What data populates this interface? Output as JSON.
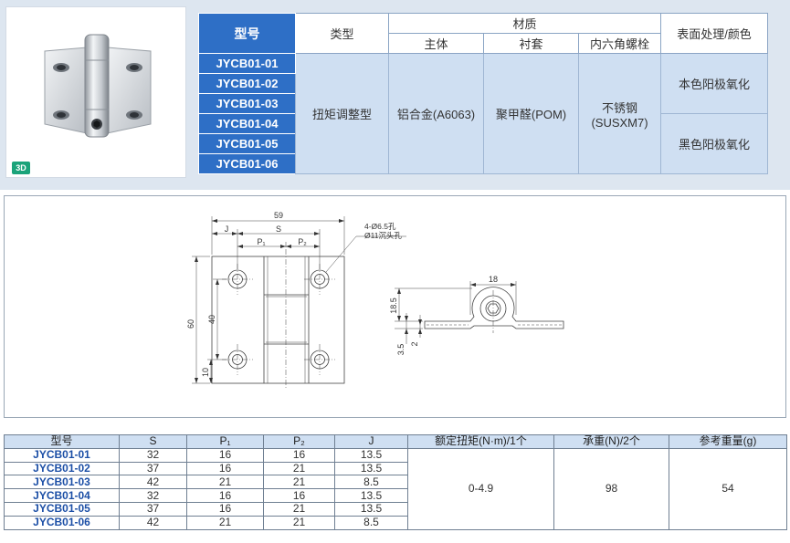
{
  "badge_3d": "3D",
  "spec_table": {
    "headers": {
      "model": "型号",
      "type": "类型",
      "material": "材质",
      "material_body": "主体",
      "material_bushing": "衬套",
      "material_screw": "内六角螺栓",
      "surface": "表面处理/颜色"
    },
    "models": [
      "JYCB01-01",
      "JYCB01-02",
      "JYCB01-03",
      "JYCB01-04",
      "JYCB01-05",
      "JYCB01-06"
    ],
    "type_value": "扭矩调整型",
    "body_value": "铝合金(A6063)",
    "bushing_value": "聚甲醛(POM)",
    "screw_value_line1": "不锈钢",
    "screw_value_line2": "(SUSXM7)",
    "surface_values": [
      "本色阳极氧化",
      "黑色阳极氧化"
    ]
  },
  "drawing": {
    "dim_59": "59",
    "dim_J": "J",
    "dim_S": "S",
    "dim_P1": "P₁",
    "dim_P2": "P₂",
    "hole_note_line1": "4-Ø6.5孔",
    "hole_note_line2": "Ø11沉头孔",
    "dim_60": "60",
    "dim_40": "40",
    "dim_10": "10",
    "dim_18": "18",
    "dim_18_5": "18.5",
    "dim_3_5": "3.5",
    "dim_2": "2"
  },
  "dim_table": {
    "headers": [
      "型号",
      "S",
      "P₁",
      "P₂",
      "J",
      "额定扭矩(N·m)/1个",
      "承重(N)/2个",
      "参考重量(g)"
    ],
    "rows": [
      {
        "model": "JYCB01-01",
        "S": "32",
        "P1": "16",
        "P2": "16",
        "J": "13.5"
      },
      {
        "model": "JYCB01-02",
        "S": "37",
        "P1": "16",
        "P2": "21",
        "J": "13.5"
      },
      {
        "model": "JYCB01-03",
        "S": "42",
        "P1": "21",
        "P2": "21",
        "J": "8.5"
      },
      {
        "model": "JYCB01-04",
        "S": "32",
        "P1": "16",
        "P2": "16",
        "J": "13.5"
      },
      {
        "model": "JYCB01-05",
        "S": "37",
        "P1": "16",
        "P2": "21",
        "J": "13.5"
      },
      {
        "model": "JYCB01-06",
        "S": "42",
        "P1": "21",
        "P2": "21",
        "J": "8.5"
      }
    ],
    "torque": "0-4.9",
    "load": "98",
    "weight": "54"
  }
}
